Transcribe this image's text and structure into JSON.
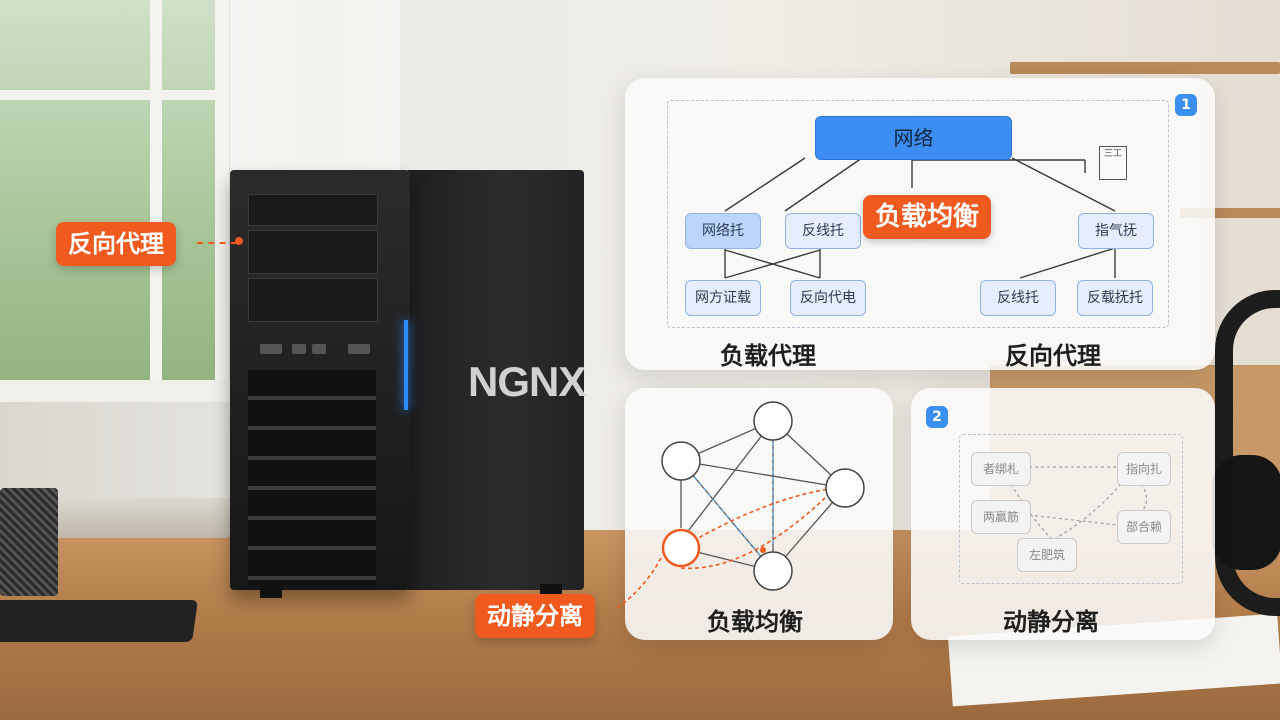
{
  "colors": {
    "accent_orange": "#f05a1f",
    "accent_blue": "#3d8ef2",
    "node_fill": "#e4eefc",
    "panel_bg": "#fafafb"
  },
  "server": {
    "brand": "NGNX"
  },
  "callouts": {
    "left": "反向代理",
    "bottom": "动静分离"
  },
  "panel_top": {
    "badge": "1",
    "root": "网络",
    "center_tag": "负载均衡",
    "left_nodes": [
      "网络托",
      "反线托"
    ],
    "left_leaves": [
      "网方证载",
      "反向代电"
    ],
    "right_node": "指气抚",
    "right_leaves": [
      "反线托",
      "反载抚托"
    ],
    "doc_icon_text": "三工",
    "caption_left": "负载代理",
    "caption_right": "反向代理"
  },
  "panel_mesh": {
    "caption": "负载均衡"
  },
  "panel_flow": {
    "badge": "2",
    "nodes": [
      "者绑札",
      "指向扎",
      "两赢筋",
      "部合赖",
      "左肥筑"
    ],
    "caption": "动静分离"
  },
  "icons": {
    "doc": "document-icon",
    "server": "server-tower"
  }
}
